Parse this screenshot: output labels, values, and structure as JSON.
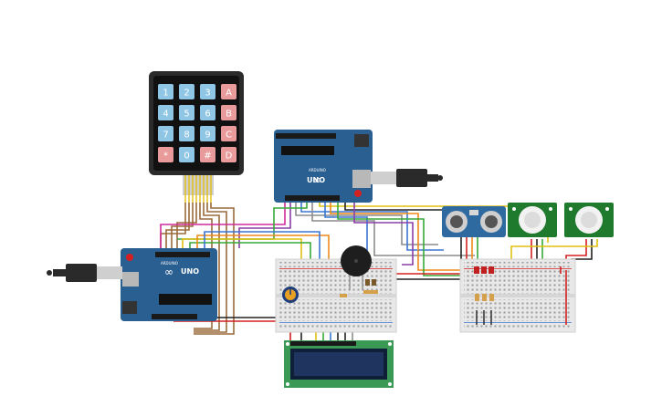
{
  "keypad": {
    "keys": [
      [
        "1",
        "2",
        "3",
        "A"
      ],
      [
        "4",
        "5",
        "6",
        "B"
      ],
      [
        "7",
        "8",
        "9",
        "C"
      ],
      [
        "*",
        "0",
        "#",
        "D"
      ]
    ],
    "num_color": "#8fc6e6",
    "letter_color": "#e99a9a"
  },
  "arduino_top": {
    "brand": "ARDUINO",
    "model": "UNO",
    "logo": "∞"
  },
  "arduino_bottom": {
    "brand": "ARDUINO",
    "model": "UNO",
    "logo": "∞"
  },
  "colors": {
    "arduino_blue": "#2a5f92",
    "wire_red": "#d32020",
    "wire_black": "#222222",
    "wire_green": "#38a838",
    "wire_yellow": "#e2c010",
    "wire_orange": "#ef8a1a",
    "wire_brown": "#9a6a3a",
    "wire_purple": "#8a3ea8",
    "wire_magenta": "#d02a9a",
    "wire_blue": "#3a76d4",
    "wire_gray": "#8c8c8c",
    "lcd_green": "#3a9a55",
    "lcd_screen": "#1f3560",
    "pir_green": "#1f7a2e",
    "sonar_blue": "#2e6aa0"
  },
  "icons": {
    "usb_top": "usb-cable-icon",
    "usb_bottom": "usb-cable-icon",
    "buzzer": "buzzer-icon",
    "potentiometer": "potentiometer-icon"
  }
}
